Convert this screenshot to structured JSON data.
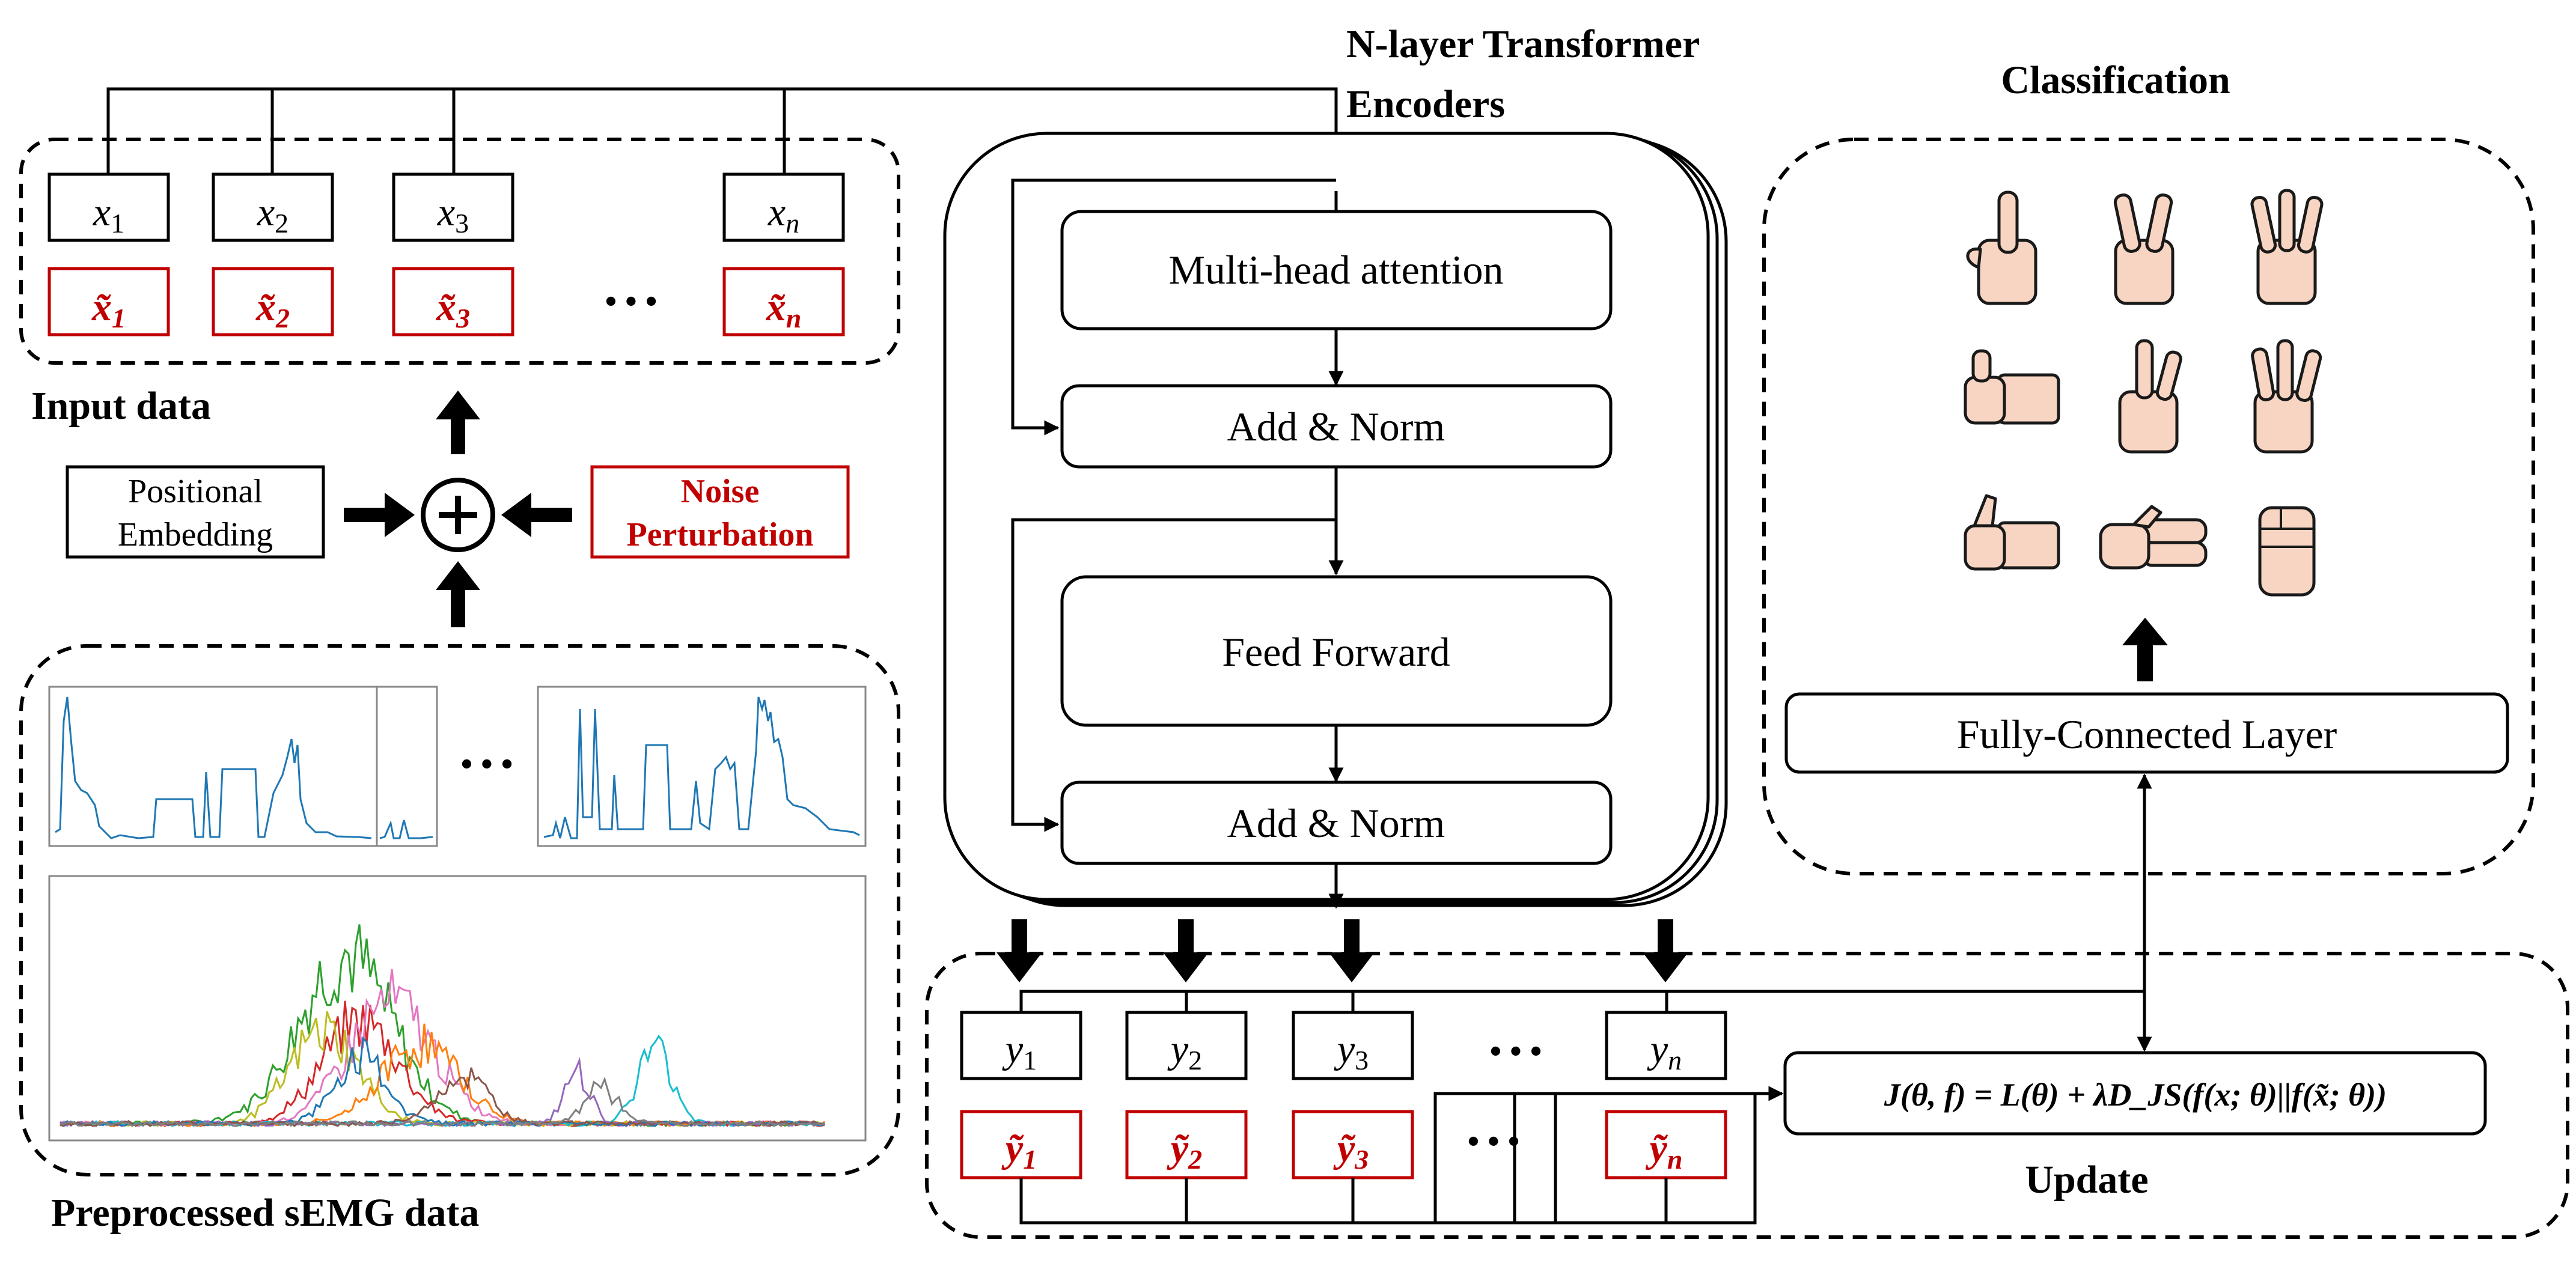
{
  "input": {
    "tokens": [
      "x",
      "x",
      "x",
      "x"
    ],
    "token_subs": [
      "1",
      "2",
      "3",
      "n"
    ],
    "noisy_tokens": [
      "x̃",
      "x̃",
      "x̃",
      "x̃"
    ],
    "noisy_subs": [
      "1",
      "2",
      "3",
      "n"
    ],
    "ellipsis": "• • •",
    "label": "Input data"
  },
  "embedding": {
    "positional": [
      "Positional",
      "Embedding"
    ],
    "noise": [
      "Noise",
      "Perturbation"
    ],
    "plus": "+"
  },
  "semg": {
    "label": "Preprocessed sEMG data",
    "ellipsis": "• • •",
    "line_color": "#1f77b4",
    "series_colors": [
      "#2ca02c",
      "#d62728",
      "#e377c2",
      "#bcbd22",
      "#ff7f0e",
      "#17becf",
      "#9467bd",
      "#1f77b4",
      "#8c564b",
      "#7f7f7f"
    ]
  },
  "encoder": {
    "title": [
      "N-layer Transformer",
      "Encoders"
    ],
    "mha": "Multi-head attention",
    "add_norm_1": "Add & Norm",
    "feed_forward": "Feed Forward",
    "add_norm_2": "Add & Norm"
  },
  "outputs": {
    "tokens": [
      "y",
      "y",
      "y",
      "y"
    ],
    "token_subs": [
      "1",
      "2",
      "3",
      "n"
    ],
    "noisy_tokens": [
      "ỹ",
      "ỹ",
      "ỹ",
      "ỹ"
    ],
    "noisy_subs": [
      "1",
      "2",
      "3",
      "n"
    ],
    "ellipsis": "• • •",
    "label": "Update",
    "loss_formula": "J(θ, f) =  L(θ) + λD_JS(f(x; θ)||f(x̃; θ))"
  },
  "classification": {
    "title": "Classification",
    "fc_layer": "Fully-Connected Layer",
    "gestures": [
      "index-finger-up",
      "victory",
      "three-fingers",
      "thumb-side",
      "middle-index",
      "three-fingers-alt",
      "thumbs-up-side",
      "open-hand-side",
      "fist"
    ]
  },
  "colors": {
    "accent_red": "#c00000",
    "hand_fill": "#f8d5c2"
  }
}
